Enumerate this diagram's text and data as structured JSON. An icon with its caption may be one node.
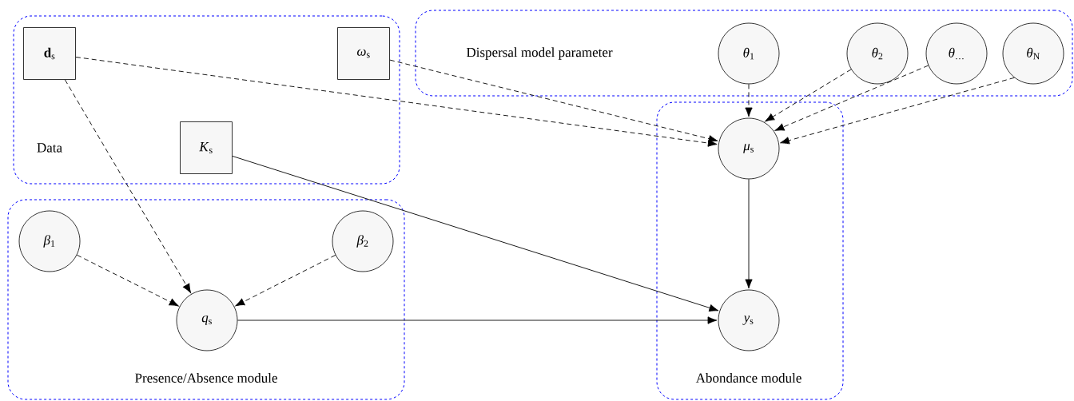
{
  "diagram": {
    "nodes": [
      {
        "text": [
          "Data"
        ]
      },
      {
        "text": [
          "**d**$_{s}$"
        ],
        "in": 0
      },
      {
        "text": [
          "*ω*$_{s}$"
        ],
        "in": 0
      },
      {
        "text": [
          "*K*$_{s}$"
        ],
        "in": 0
      },
      {
        "text": [
          "Dispersal model parameter"
        ]
      },
      {
        "text": [
          "*θ*$_{1}$"
        ],
        "in": 4
      },
      {
        "text": [
          "*θ*$_{2}$"
        ],
        "in": 4
      },
      {
        "text": [
          "*θ*$_{…}$"
        ],
        "in": 4
      },
      {
        "text": [
          "*θ*$_{N}$"
        ],
        "in": 4
      },
      {
        "text": [
          "Presence/Absence module"
        ]
      },
      {
        "text": [
          "*β*$_{1}$"
        ],
        "in": 9
      },
      {
        "text": [
          "*β*$_{2}$"
        ],
        "in": 9
      },
      {
        "text": [
          "*q*$_{s}$"
        ],
        "in": 9
      },
      {
        "text": [
          "Abondance module"
        ]
      },
      {
        "text": [
          "*μ*$_{s}$"
        ],
        "in": 13
      },
      {
        "text": [
          "*y*$_{s}$"
        ],
        "in": 13
      }
    ],
    "edges": [
      {
        "from": 1,
        "to": 14,
        "arrow": "to",
        "style": "dashed"
      },
      {
        "from": 2,
        "to": 14,
        "arrow": "to",
        "style": "dashed"
      },
      {
        "from": 1,
        "to": 12,
        "arrow": "to",
        "style": "dashed"
      },
      {
        "from": 3,
        "to": 15,
        "arrow": "to"
      },
      {
        "from": 5,
        "to": 14,
        "arrow": "to",
        "style": "dashed"
      },
      {
        "from": 6,
        "to": 14,
        "arrow": "to",
        "style": "dashed"
      },
      {
        "from": 7,
        "to": 14,
        "arrow": "to",
        "style": "dashed"
      },
      {
        "from": 8,
        "to": 14,
        "arrow": "to",
        "style": "dashed"
      },
      {
        "from": 10,
        "to": 12,
        "arrow": "to",
        "style": "dashed"
      },
      {
        "from": 11,
        "to": 12,
        "arrow": "to",
        "style": "dashed"
      },
      {
        "from": 12,
        "to": 15,
        "arrow": "to"
      },
      {
        "from": 14,
        "to": 15,
        "arrow": "to"
      }
    ]
  }
}
